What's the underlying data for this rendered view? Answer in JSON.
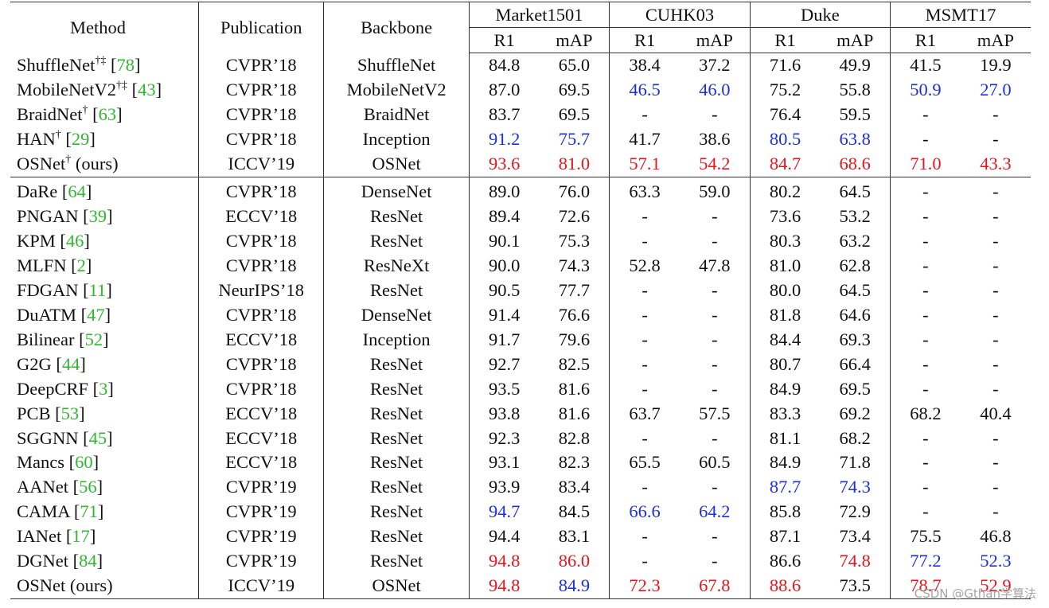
{
  "headers": {
    "method": "Method",
    "publication": "Publication",
    "backbone": "Backbone",
    "datasets": [
      "Market1501",
      "CUHK03",
      "Duke",
      "MSMT17"
    ],
    "r1": "R1",
    "map": "mAP"
  },
  "colors": {
    "best": "#e8141c",
    "second": "#1b2fe8",
    "ref": "#2fb82f"
  },
  "group1": [
    {
      "name": "ShuffleNet",
      "sup": "†‡",
      "ref": "78",
      "pub": "CVPR’18",
      "backbone": "ShuffleNet",
      "vals": [
        "84.8",
        "65.0",
        "38.4",
        "37.2",
        "71.6",
        "49.9",
        "41.5",
        "19.9"
      ],
      "colors": [
        "",
        "",
        "",
        "",
        "",
        "",
        "",
        ""
      ]
    },
    {
      "name": "MobileNetV2",
      "sup": "†‡",
      "ref": "43",
      "pub": "CVPR’18",
      "backbone": "MobileNetV2",
      "vals": [
        "87.0",
        "69.5",
        "46.5",
        "46.0",
        "75.2",
        "55.8",
        "50.9",
        "27.0"
      ],
      "colors": [
        "",
        "",
        "blue",
        "blue",
        "",
        "",
        "blue",
        "blue"
      ]
    },
    {
      "name": "BraidNet",
      "sup": "†",
      "ref": "63",
      "pub": "CVPR’18",
      "backbone": "BraidNet",
      "vals": [
        "83.7",
        "69.5",
        "-",
        "-",
        "76.4",
        "59.5",
        "-",
        "-"
      ],
      "colors": [
        "",
        "",
        "",
        "",
        "",
        "",
        "",
        ""
      ]
    },
    {
      "name": "HAN",
      "sup": "†",
      "ref": "29",
      "pub": "CVPR’18",
      "backbone": "Inception",
      "vals": [
        "91.2",
        "75.7",
        "41.7",
        "38.6",
        "80.5",
        "63.8",
        "-",
        "-"
      ],
      "colors": [
        "blue",
        "blue",
        "",
        "",
        "blue",
        "blue",
        "",
        ""
      ]
    },
    {
      "name": "OSNet",
      "sup": "†",
      "suffix": " (ours)",
      "ref": "",
      "pub": "ICCV’19",
      "backbone": "OSNet",
      "vals": [
        "93.6",
        "81.0",
        "57.1",
        "54.2",
        "84.7",
        "68.6",
        "71.0",
        "43.3"
      ],
      "colors": [
        "red",
        "red",
        "red",
        "red",
        "red",
        "red",
        "red",
        "red"
      ]
    }
  ],
  "group2": [
    {
      "name": "DaRe",
      "ref": "64",
      "pub": "CVPR’18",
      "backbone": "DenseNet",
      "vals": [
        "89.0",
        "76.0",
        "63.3",
        "59.0",
        "80.2",
        "64.5",
        "-",
        "-"
      ],
      "colors": [
        "",
        "",
        "",
        "",
        "",
        "",
        "",
        ""
      ]
    },
    {
      "name": "PNGAN",
      "ref": "39",
      "pub": "ECCV’18",
      "backbone": "ResNet",
      "vals": [
        "89.4",
        "72.6",
        "-",
        "-",
        "73.6",
        "53.2",
        "-",
        "-"
      ],
      "colors": [
        "",
        "",
        "",
        "",
        "",
        "",
        "",
        ""
      ]
    },
    {
      "name": "KPM",
      "ref": "46",
      "pub": "CVPR’18",
      "backbone": "ResNet",
      "vals": [
        "90.1",
        "75.3",
        "-",
        "-",
        "80.3",
        "63.2",
        "-",
        "-"
      ],
      "colors": [
        "",
        "",
        "",
        "",
        "",
        "",
        "",
        ""
      ]
    },
    {
      "name": "MLFN",
      "ref": "2",
      "pub": "CVPR’18",
      "backbone": "ResNeXt",
      "vals": [
        "90.0",
        "74.3",
        "52.8",
        "47.8",
        "81.0",
        "62.8",
        "-",
        "-"
      ],
      "colors": [
        "",
        "",
        "",
        "",
        "",
        "",
        "",
        ""
      ]
    },
    {
      "name": "FDGAN",
      "ref": "11",
      "pub": "NeurIPS’18",
      "backbone": "ResNet",
      "vals": [
        "90.5",
        "77.7",
        "-",
        "-",
        "80.0",
        "64.5",
        "-",
        "-"
      ],
      "colors": [
        "",
        "",
        "",
        "",
        "",
        "",
        "",
        ""
      ]
    },
    {
      "name": "DuATM",
      "ref": "47",
      "pub": "CVPR’18",
      "backbone": "DenseNet",
      "vals": [
        "91.4",
        "76.6",
        "-",
        "-",
        "81.8",
        "64.6",
        "-",
        "-"
      ],
      "colors": [
        "",
        "",
        "",
        "",
        "",
        "",
        "",
        ""
      ]
    },
    {
      "name": "Bilinear",
      "ref": "52",
      "pub": "ECCV’18",
      "backbone": "Inception",
      "vals": [
        "91.7",
        "79.6",
        "-",
        "-",
        "84.4",
        "69.3",
        "-",
        "-"
      ],
      "colors": [
        "",
        "",
        "",
        "",
        "",
        "",
        "",
        ""
      ]
    },
    {
      "name": "G2G",
      "ref": "44",
      "pub": "CVPR’18",
      "backbone": "ResNet",
      "vals": [
        "92.7",
        "82.5",
        "-",
        "-",
        "80.7",
        "66.4",
        "-",
        "-"
      ],
      "colors": [
        "",
        "",
        "",
        "",
        "",
        "",
        "",
        ""
      ]
    },
    {
      "name": "DeepCRF",
      "ref": "3",
      "pub": "CVPR’18",
      "backbone": "ResNet",
      "vals": [
        "93.5",
        "81.6",
        "-",
        "-",
        "84.9",
        "69.5",
        "-",
        "-"
      ],
      "colors": [
        "",
        "",
        "",
        "",
        "",
        "",
        "",
        ""
      ]
    },
    {
      "name": "PCB",
      "ref": "53",
      "pub": "ECCV’18",
      "backbone": "ResNet",
      "vals": [
        "93.8",
        "81.6",
        "63.7",
        "57.5",
        "83.3",
        "69.2",
        "68.2",
        "40.4"
      ],
      "colors": [
        "",
        "",
        "",
        "",
        "",
        "",
        "",
        ""
      ]
    },
    {
      "name": "SGGNN",
      "ref": "45",
      "pub": "ECCV’18",
      "backbone": "ResNet",
      "vals": [
        "92.3",
        "82.8",
        "-",
        "-",
        "81.1",
        "68.2",
        "-",
        "-"
      ],
      "colors": [
        "",
        "",
        "",
        "",
        "",
        "",
        "",
        ""
      ]
    },
    {
      "name": "Mancs",
      "ref": "60",
      "pub": "ECCV’18",
      "backbone": "ResNet",
      "vals": [
        "93.1",
        "82.3",
        "65.5",
        "60.5",
        "84.9",
        "71.8",
        "-",
        "-"
      ],
      "colors": [
        "",
        "",
        "",
        "",
        "",
        "",
        "",
        ""
      ]
    },
    {
      "name": "AANet",
      "ref": "56",
      "pub": "CVPR’19",
      "backbone": "ResNet",
      "vals": [
        "93.9",
        "83.4",
        "-",
        "-",
        "87.7",
        "74.3",
        "-",
        "-"
      ],
      "colors": [
        "",
        "",
        "",
        "",
        "blue",
        "blue",
        "",
        ""
      ]
    },
    {
      "name": "CAMA",
      "ref": "71",
      "pub": "CVPR’19",
      "backbone": "ResNet",
      "vals": [
        "94.7",
        "84.5",
        "66.6",
        "64.2",
        "85.8",
        "72.9",
        "-",
        "-"
      ],
      "colors": [
        "blue",
        "",
        "blue",
        "blue",
        "",
        "",
        "",
        ""
      ]
    },
    {
      "name": "IANet",
      "ref": "17",
      "pub": "CVPR’19",
      "backbone": "ResNet",
      "vals": [
        "94.4",
        "83.1",
        "-",
        "-",
        "87.1",
        "73.4",
        "75.5",
        "46.8"
      ],
      "colors": [
        "",
        "",
        "",
        "",
        "",
        "",
        "",
        ""
      ]
    },
    {
      "name": "DGNet",
      "ref": "84",
      "pub": "CVPR’19",
      "backbone": "ResNet",
      "vals": [
        "94.8",
        "86.0",
        "-",
        "-",
        "86.6",
        "74.8",
        "77.2",
        "52.3"
      ],
      "colors": [
        "red",
        "red",
        "",
        "",
        "",
        "red",
        "blue",
        "blue"
      ]
    },
    {
      "name": "OSNet",
      "suffix": " (ours)",
      "ref": "",
      "pub": "ICCV’19",
      "backbone": "OSNet",
      "vals": [
        "94.8",
        "84.9",
        "72.3",
        "67.8",
        "88.6",
        "73.5",
        "78.7",
        "52.9"
      ],
      "colors": [
        "red",
        "blue",
        "red",
        "red",
        "red",
        "",
        "red",
        "red"
      ]
    }
  ],
  "watermark": "CSDN @Gthan学算法"
}
